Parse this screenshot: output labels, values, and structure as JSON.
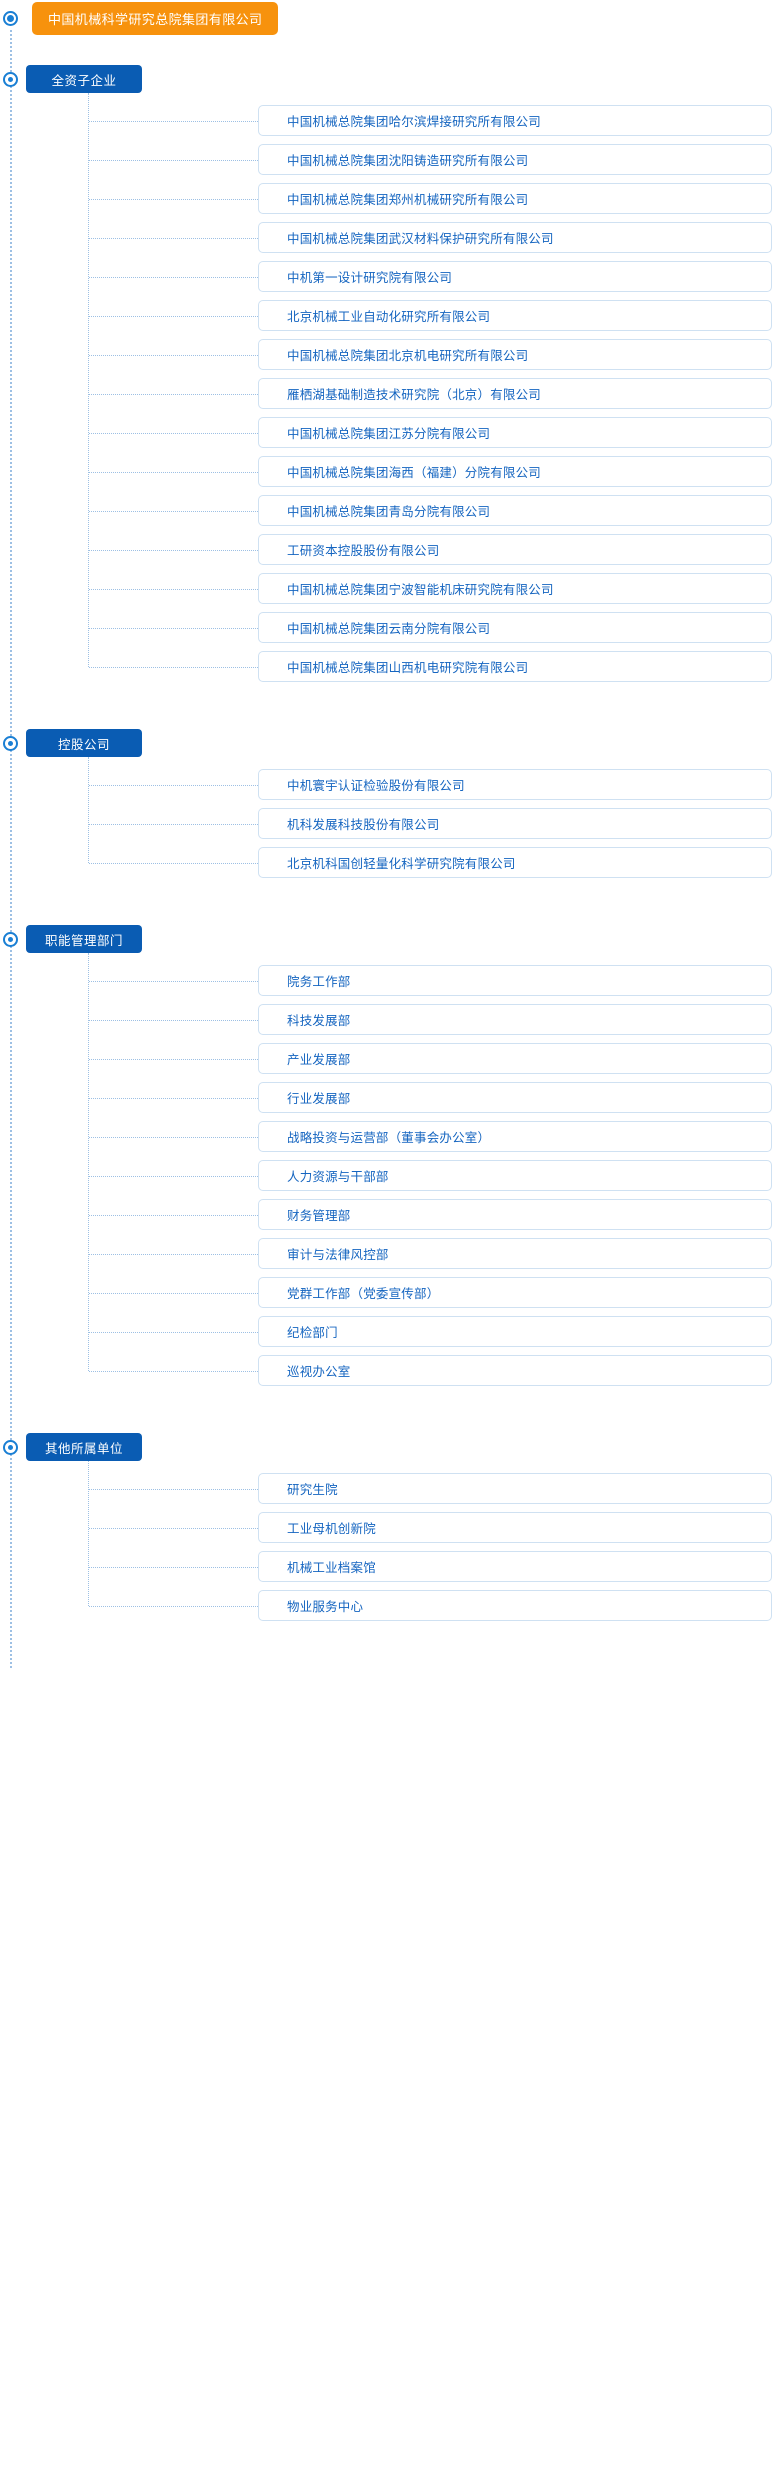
{
  "root": {
    "label": "中国机械科学研究总院集团有限公司",
    "color": "#f7920d"
  },
  "theme": {
    "category_color": "#0a5cb3",
    "leaf_text_color": "#1565c0",
    "leaf_border_color": "#cfe1f2",
    "connector_color": "#9dc0e4"
  },
  "groups": [
    {
      "label": "全资子企业",
      "items": [
        "中国机械总院集团哈尔滨焊接研究所有限公司",
        "中国机械总院集团沈阳铸造研究所有限公司",
        "中国机械总院集团郑州机械研究所有限公司",
        "中国机械总院集团武汉材料保护研究所有限公司",
        "中机第一设计研究院有限公司",
        "北京机械工业自动化研究所有限公司",
        "中国机械总院集团北京机电研究所有限公司",
        "雁栖湖基础制造技术研究院（北京）有限公司",
        "中国机械总院集团江苏分院有限公司",
        "中国机械总院集团海西（福建）分院有限公司",
        "中国机械总院集团青岛分院有限公司",
        "工研资本控股股份有限公司",
        "中国机械总院集团宁波智能机床研究院有限公司",
        "中国机械总院集团云南分院有限公司",
        "中国机械总院集团山西机电研究院有限公司"
      ]
    },
    {
      "label": "控股公司",
      "items": [
        "中机寰宇认证检验股份有限公司",
        "机科发展科技股份有限公司",
        "北京机科国创轻量化科学研究院有限公司"
      ]
    },
    {
      "label": "职能管理部门",
      "items": [
        "院务工作部",
        "科技发展部",
        "产业发展部",
        "行业发展部",
        "战略投资与运营部（董事会办公室）",
        "人力资源与干部部",
        "财务管理部",
        "审计与法律风控部",
        "党群工作部（党委宣传部）",
        "纪检部门",
        "巡视办公室"
      ]
    },
    {
      "label": "其他所属单位",
      "items": [
        "研究生院",
        "工业母机创新院",
        "机械工业档案馆",
        "物业服务中心"
      ]
    }
  ]
}
